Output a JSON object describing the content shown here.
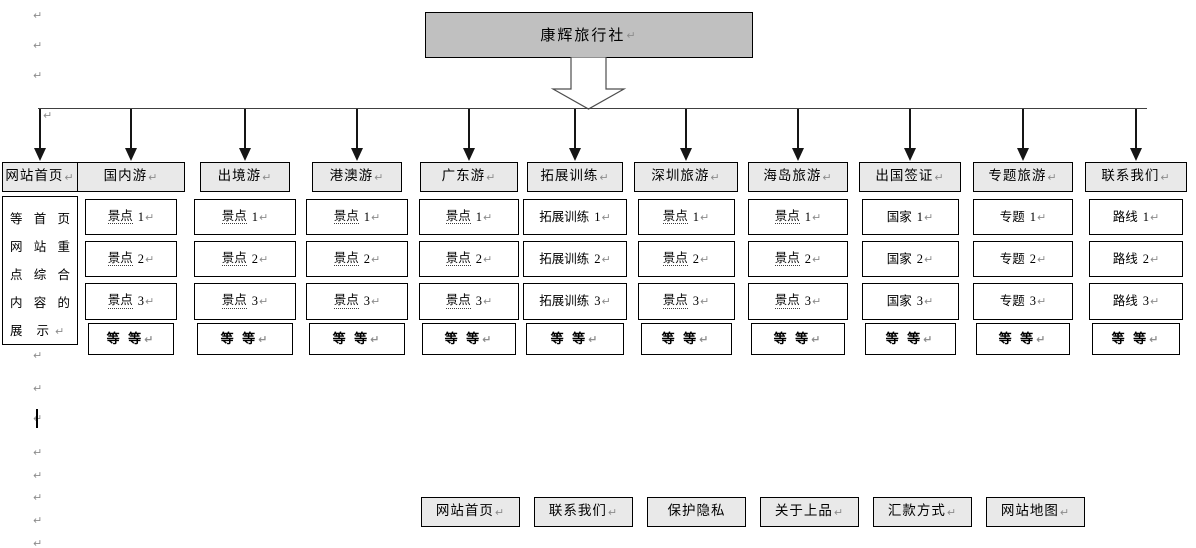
{
  "document": {
    "marks": {
      "paragraph_mark": "↵"
    },
    "colors": {
      "title_box_bg": "#c0c0c0",
      "header_box_bg": "#e9e9e9",
      "footer_box_bg": "#e9e9e9",
      "box_border": "#000000",
      "connector": "#404040",
      "mark_color": "#8c8c8c"
    },
    "title_box": {
      "label": "康辉旅行社"
    },
    "columns": [
      {
        "header": "网站首页",
        "note_lines": [
          "等 首 页",
          "网 站 重",
          "点 综 合",
          "内 容 的",
          "展 示"
        ]
      },
      {
        "header": "国内游",
        "item_label": "景点",
        "item_numbers": [
          "1",
          "2",
          "3"
        ],
        "item_dotted": true,
        "etc_label": "等 等"
      },
      {
        "header": "出境游",
        "item_label": "景点",
        "item_numbers": [
          "1",
          "2",
          "3"
        ],
        "item_dotted": true,
        "etc_label": "等 等"
      },
      {
        "header": "港澳游",
        "item_label": "景点",
        "item_numbers": [
          "1",
          "2",
          "3"
        ],
        "item_dotted": true,
        "etc_label": "等 等"
      },
      {
        "header": "广东游",
        "item_label": "景点",
        "item_numbers": [
          "1",
          "2",
          "3"
        ],
        "item_dotted": true,
        "etc_label": "等 等"
      },
      {
        "header": "拓展训练",
        "item_label": "拓展训练",
        "item_numbers": [
          "1",
          "2",
          "3"
        ],
        "item_dotted": false,
        "etc_label": "等 等"
      },
      {
        "header": "深圳旅游",
        "item_label": "景点",
        "item_numbers": [
          "1",
          "2",
          "3"
        ],
        "item_dotted": true,
        "etc_label": "等 等"
      },
      {
        "header": "海岛旅游",
        "item_label": "景点",
        "item_numbers": [
          "1",
          "2",
          "3"
        ],
        "item_dotted": true,
        "etc_label": "等 等"
      },
      {
        "header": "出国签证",
        "item_label": "国家",
        "item_numbers": [
          "1",
          "2",
          "3"
        ],
        "item_dotted": false,
        "etc_label": "等 等"
      },
      {
        "header": "专题旅游",
        "item_label": "专题",
        "item_numbers": [
          "1",
          "2",
          "3"
        ],
        "item_dotted": false,
        "etc_label": "等 等"
      },
      {
        "header": "联系我们",
        "item_label": "路线",
        "item_numbers": [
          "1",
          "2",
          "3"
        ],
        "item_dotted": false,
        "etc_label": "等 等"
      }
    ],
    "footer": {
      "items": [
        {
          "label": "网站首页",
          "mark": true
        },
        {
          "label": "联系我们",
          "mark": true
        },
        {
          "label": "保护隐私",
          "mark": false
        },
        {
          "label": "关于上品",
          "mark": true
        },
        {
          "label": "汇款方式",
          "mark": true
        },
        {
          "label": "网站地图",
          "mark": true
        }
      ]
    }
  }
}
